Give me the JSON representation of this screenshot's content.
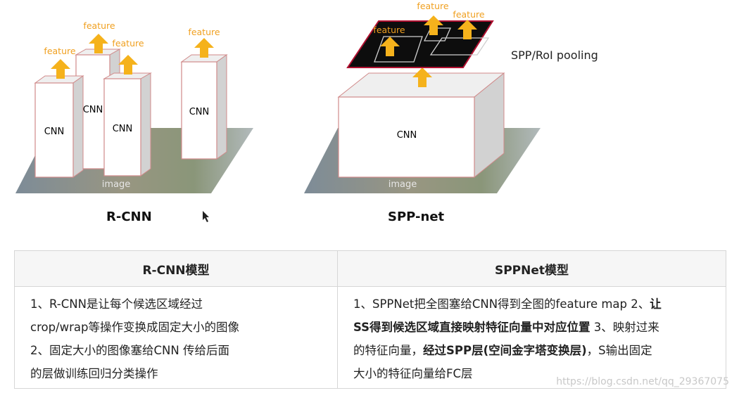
{
  "diagram": {
    "rcnn": {
      "boxes": [
        {
          "label": "CNN",
          "feature": "feature"
        },
        {
          "label": "CNN",
          "feature": "feature"
        },
        {
          "label": "CNN",
          "feature": "feature"
        },
        {
          "label": "CNN",
          "feature": "feature"
        }
      ],
      "image_label": "image",
      "caption": "R-CNN"
    },
    "sppnet": {
      "box_label": "CNN",
      "pool_label": "SPP/RoI pooling",
      "features": [
        "feature",
        "feature",
        "feature"
      ],
      "image_label": "image",
      "caption": "SPP-net"
    }
  },
  "table": {
    "headers": [
      "R-CNN模型",
      "SPPNet模型"
    ],
    "rcnn_lines": [
      "1、R-CNN是让每个候选区域经过",
      "crop/wrap等操作变换成固定大小的图像",
      "2、固定大小的图像塞给CNN 传给后面",
      "的层做训练回归分类操作"
    ],
    "spp": {
      "l1_a": "1、SPPNet把全图塞给CNN得到全图的feature map 2、",
      "l1_b": "让",
      "l2_a": "SS得到候选区域直接映射特征向量中对应位置",
      "l2_b": " 3、映射过来",
      "l3_a": "的特征向量，",
      "l3_b": "经过SPP层(空间金字塔变换层)",
      "l3_c": "，S输出固定",
      "l4": "大小的特征向量给FC层"
    }
  },
  "watermark": "https://blog.csdn.net/qq_29367075",
  "colors": {
    "arrow": "#f5b21c",
    "box_side": "#d2d2d2",
    "box_top": "#efefef",
    "box_stroke": "#d08a8a",
    "pool": "#0d0d0d",
    "pool_border": "#b01030"
  }
}
